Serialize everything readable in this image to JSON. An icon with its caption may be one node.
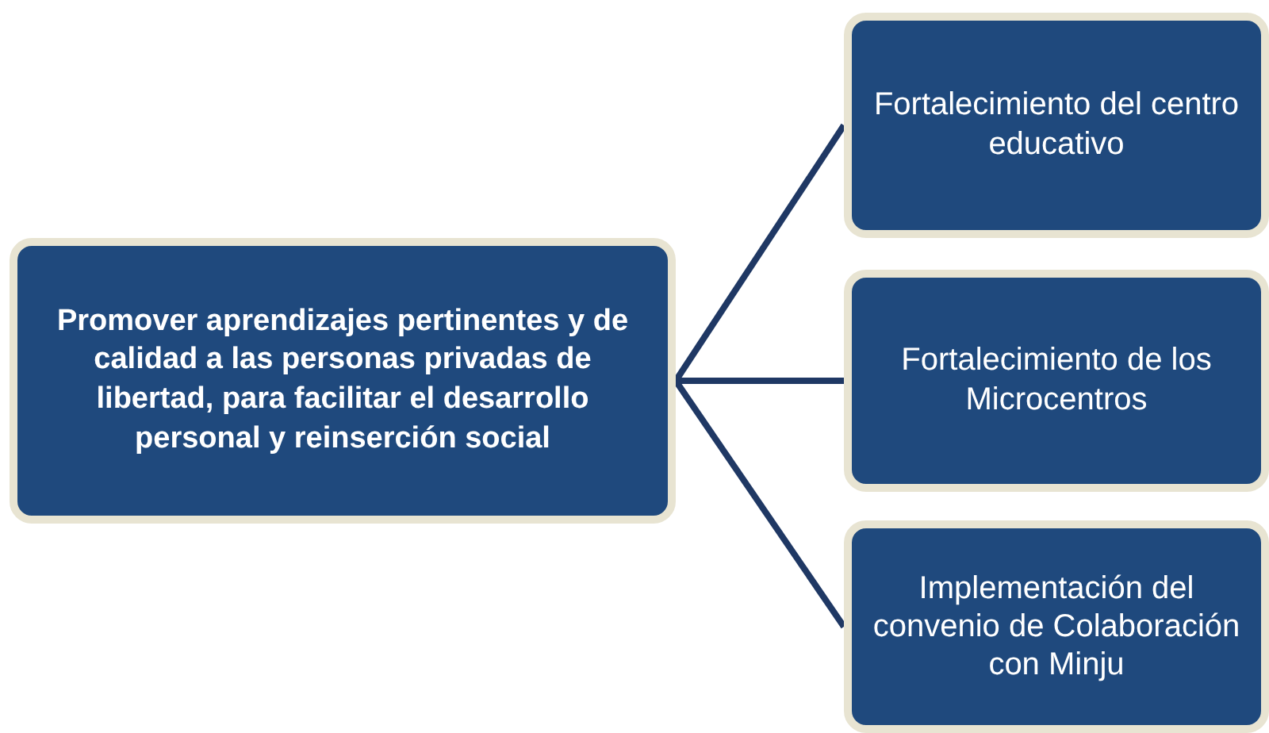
{
  "diagram": {
    "nodes": [
      {
        "text": [
          "Promover aprendizajes pertinentes y de calidad a las personas privadas de libertad, para facilitar el desarrollo personal y reinserción social"
        ]
      },
      {
        "text": [
          "Fortalecimiento del centro educativo"
        ]
      },
      {
        "text": [
          "Fortalecimiento de los Microcentros"
        ]
      },
      {
        "text": [
          "Implementación del convenio de Colaboración  con Minju"
        ]
      }
    ],
    "edges": [
      {
        "from": 0,
        "to": 1,
        "arrow": "none"
      },
      {
        "from": 0,
        "to": 2,
        "arrow": "none"
      },
      {
        "from": 0,
        "to": 3,
        "arrow": "none"
      }
    ]
  }
}
